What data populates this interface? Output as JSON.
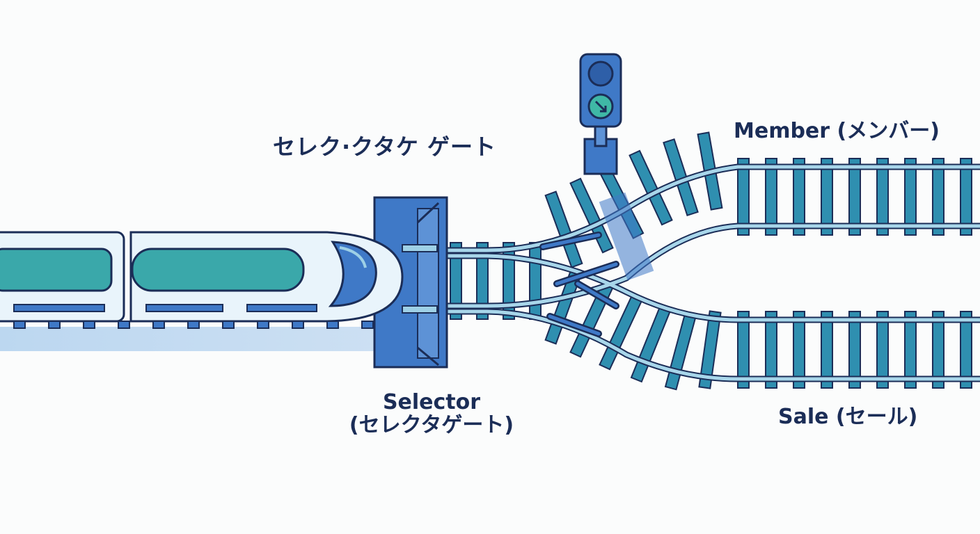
{
  "labels": {
    "gate_heading": "セレク·クタケ ゲート",
    "member": "Member (メンバー)",
    "sale": "Sale (セール)",
    "selector_line1": "Selector",
    "selector_line2": "(セレクタゲート)"
  },
  "icons": {
    "train": "bullet-train-icon",
    "gate": "selector-gate-icon",
    "signal": "railway-signal-icon",
    "switch": "track-switch-icon"
  },
  "colors": {
    "navy": "#1b2d57",
    "teal": "#3aa8aa",
    "rail": "#9ed0e6",
    "tie": "#2f8fb0",
    "gate_blue": "#3f79c7",
    "train_body": "#e9f4fb",
    "signal_green": "#3fb8a6"
  }
}
